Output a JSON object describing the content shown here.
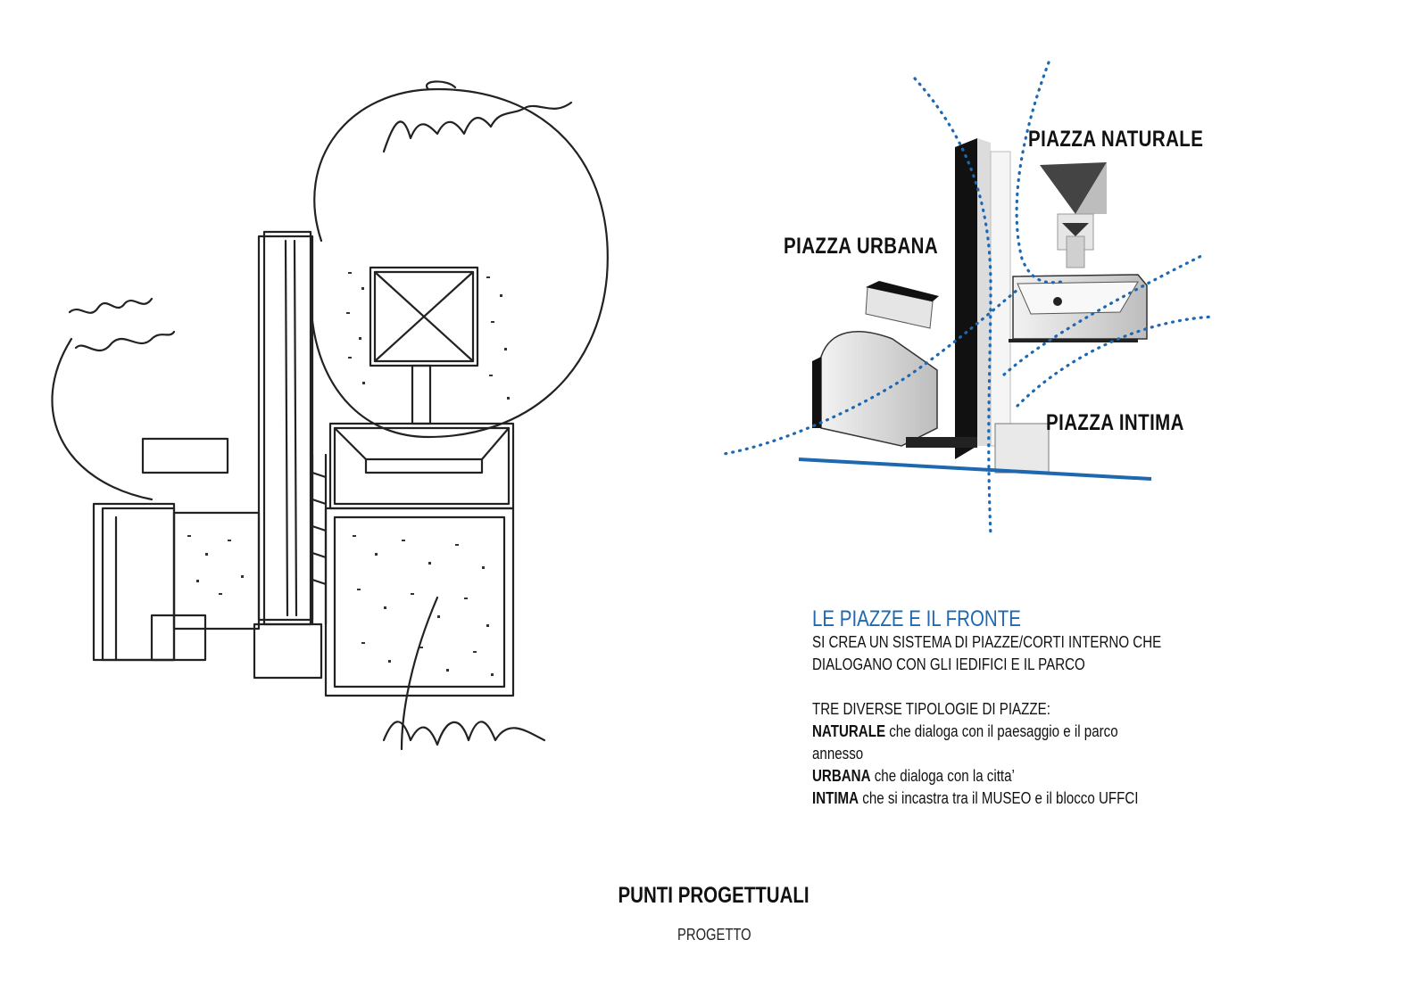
{
  "diagram": {
    "labels": {
      "naturale": "PIAZZA NATURALE",
      "urbana": "PIAZZA URBANA",
      "intima": "PIAZZA INTIMA"
    },
    "accent_color": "#1f68b0"
  },
  "text": {
    "heading": "LE PIAZZE E IL FRONTE",
    "p1_line1": "SI CREA UN SISTEMA DI PIAZZE/CORTI INTERNO CHE",
    "p1_line2": "DIALOGANO CON GLI IEDIFICI E IL PARCO",
    "p2_intro": "TRE DIVERSE TIPOLOGIE DI PIAZZE:",
    "naturale_key": "NATURALE",
    "naturale_desc": " che dialoga con il paesaggio e il parco",
    "naturale_desc2": "annesso",
    "urbana_key": "URBANA",
    "urbana_desc": " che dialoga con la citta’",
    "intima_key": "INTIMA",
    "intima_desc": " che si incastra tra il MUSEO e il blocco UFFCI"
  },
  "footer": {
    "title": "PUNTI PROGETTUALI",
    "subtitle": "PROGETTO"
  }
}
